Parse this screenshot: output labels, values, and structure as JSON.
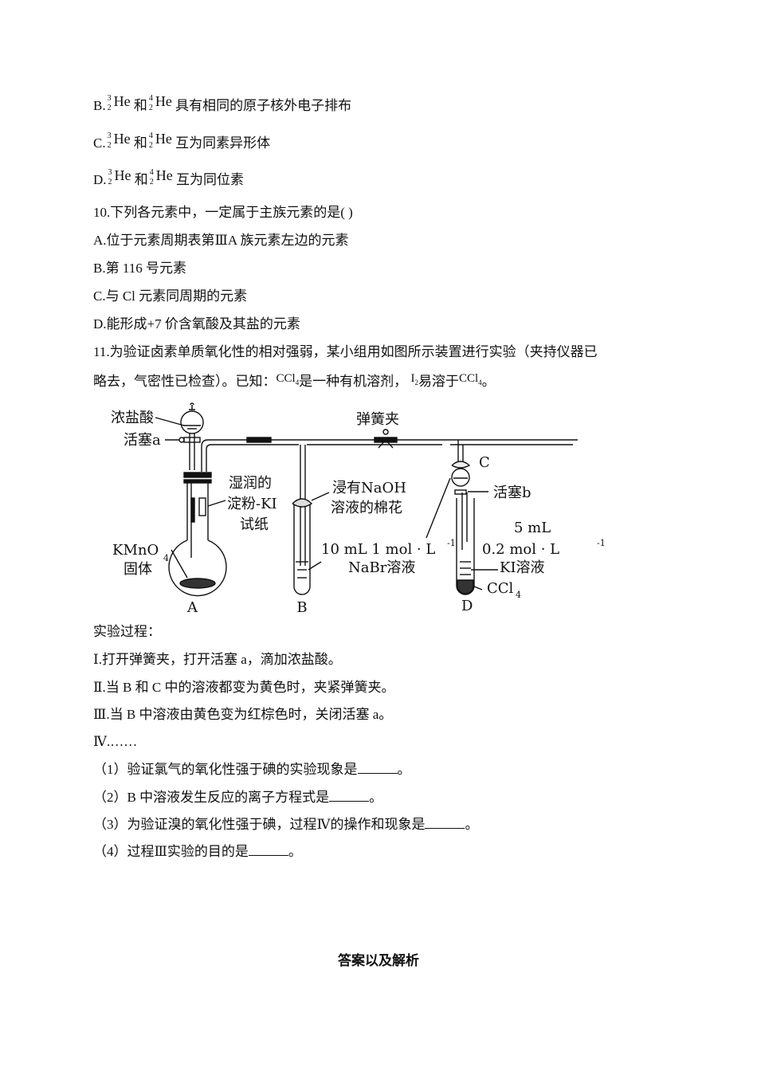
{
  "q9_options": [
    {
      "label": "B.",
      "iso1": {
        "mass": "3",
        "atomic": "2",
        "symbol": "He"
      },
      "conj": "和",
      "iso2": {
        "mass": "4",
        "atomic": "2",
        "symbol": "He"
      },
      "text": "具有相同的原子核外电子排布"
    },
    {
      "label": "C.",
      "iso1": {
        "mass": "3",
        "atomic": "2",
        "symbol": "He"
      },
      "conj": "和",
      "iso2": {
        "mass": "4",
        "atomic": "2",
        "symbol": "He"
      },
      "text": "互为同素异形体"
    },
    {
      "label": "D.",
      "iso1": {
        "mass": "3",
        "atomic": "2",
        "symbol": "He"
      },
      "conj": "和",
      "iso2": {
        "mass": "4",
        "atomic": "2",
        "symbol": "He"
      },
      "text": "互为同位素"
    }
  ],
  "q10": {
    "stem": "10.下列各元素中，一定属于主族元素的是(   )",
    "options": [
      "A.位于元素周期表第ⅢA 族元素左边的元素",
      "B.第 116 号元素",
      "C.与 Cl 元素同周期的元素",
      "D.能形成+7 价含氧酸及其盐的元素"
    ]
  },
  "q11": {
    "stem_line1": "11.为验证卤素单质氧化性的相对强弱，某小组用如图所示装置进行实验（夹持仪器已",
    "stem_line2_a": "略去，气密性已检查）。已知：",
    "ccl4_a": "CCl",
    "ccl4_sub": "4",
    "stem_line2_b": "是一种有机溶剂，",
    "i2": "I",
    "i2_sub": "2",
    "stem_line2_c": "易溶于",
    "stem_line2_end": "。",
    "diagram": {
      "label_hcl": "浓盐酸",
      "label_stopcock_a": "活塞a",
      "label_spring_clip": "弹簧夹",
      "label_c": "C",
      "label_stopcock_b": "活塞b",
      "label_paper_1": "湿润的",
      "label_paper_2": "淀粉-KI",
      "label_paper_3": "试纸",
      "label_cotton_1": "浸有NaOH",
      "label_cotton_2": "溶液的棉花",
      "label_kmno4": "KMnO",
      "label_kmno4_sub": "4",
      "label_solid": "固体",
      "label_nabr_1": "10 mL 1 mol · L",
      "label_nabr_sup": "-1",
      "label_nabr_2": "NaBr溶液",
      "label_ki_1": "5 mL",
      "label_ki_2": "0.2 mol · L",
      "label_ki_sup": "-1",
      "label_ki_3": "KI溶液",
      "label_ccl4": "CCl",
      "label_ccl4_sub": "4",
      "label_A": "A",
      "label_B": "B",
      "label_D": "D"
    },
    "process_title": "实验过程：",
    "steps": [
      "Ⅰ.打开弹簧夹，打开活塞 a，滴加浓盐酸。",
      "Ⅱ.当 B 和 C 中的溶液都变为黄色时，夹紧弹簧夹。",
      "Ⅲ.当 B 中溶液由黄色变为红棕色时，关闭活塞 a。",
      "Ⅳ.……"
    ],
    "questions": [
      {
        "text": "（1）验证氯气的氧化性强于碘的实验现象是",
        "end": "。"
      },
      {
        "text": "（2）B 中溶液发生反应的离子方程式是",
        "end": "。"
      },
      {
        "text": "（3）为验证溴的氧化性强于碘，过程Ⅳ的操作和现象是",
        "end": "。"
      },
      {
        "text": "（4）过程Ⅲ实验的目的是",
        "end": "。"
      }
    ]
  },
  "answer_title": "答案以及解析"
}
